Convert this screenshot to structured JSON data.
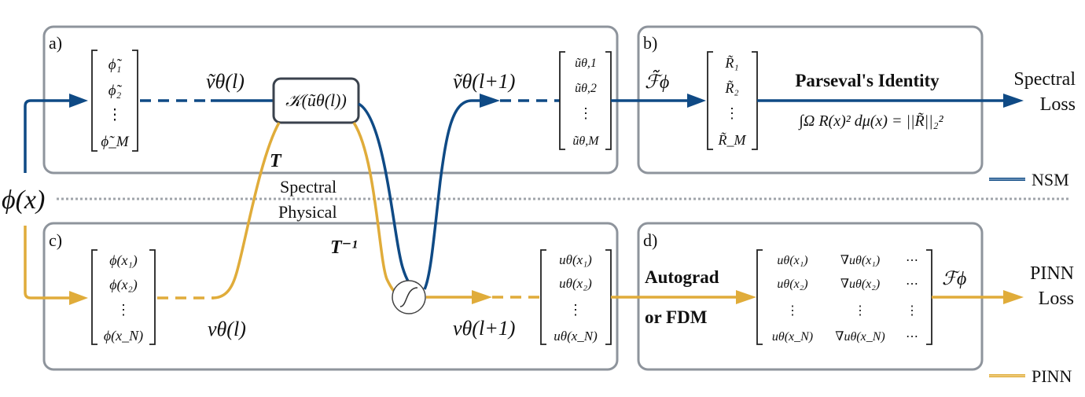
{
  "figure": {
    "input_label": "ϕ(x)",
    "divider": {
      "upper_label": "Spectral",
      "lower_label": "Physical"
    },
    "legend": [
      {
        "label": "NSM",
        "color": "#0f4a85"
      },
      {
        "label": "PINN",
        "color": "#e0ac3a"
      }
    ],
    "colors": {
      "nsm": "#0f4a85",
      "pinn": "#e0ac3a",
      "panel_border": "#8e949c",
      "divider": "#a0a4aa"
    }
  },
  "panels": {
    "a": {
      "label": "a)",
      "input_vector": [
        "ϕ̃₁",
        "ϕ̃₂",
        "⋮",
        "ϕ̃_M"
      ],
      "hidden_label": "ṽθ(l)",
      "operator_label": "𝒦(ũθ(l))",
      "next_hidden_label": "ṽθ(l+1)",
      "output_vector": [
        "ũθ,1",
        "ũθ,2",
        "⋮",
        "ũθ,M"
      ],
      "transform_label": "T"
    },
    "b": {
      "label": "b)",
      "operator_label": "ℱ̃ϕ",
      "residual_vector": [
        "R̃₁",
        "R̃₂",
        "⋮",
        "R̃_M"
      ],
      "title": "Parseval's Identity",
      "equation": "∫Ω R(x)² dμ(x) = ||R̃||₂²",
      "output_label_line1": "Spectral",
      "output_label_line2": "Loss"
    },
    "c": {
      "label": "c)",
      "input_vector": [
        "ϕ(x₁)",
        "ϕ(x₂)",
        "⋮",
        "ϕ(x_N)"
      ],
      "hidden_label": "vθ(l)",
      "inverse_transform_label": "T⁻¹",
      "next_hidden_label": "vθ(l+1)",
      "output_vector": [
        "uθ(x₁)",
        "uθ(x₂)",
        "⋮",
        "uθ(x_N)"
      ]
    },
    "d": {
      "label": "d)",
      "method_line1": "Autograd",
      "method_line2": "or FDM",
      "matrix": [
        [
          "uθ(x₁)",
          "∇uθ(x₁)",
          "⋯"
        ],
        [
          "uθ(x₂)",
          "∇uθ(x₂)",
          "⋯"
        ],
        [
          "⋮",
          "⋮",
          "⋮"
        ],
        [
          "uθ(x_N)",
          "∇uθ(x_N)",
          "⋯"
        ]
      ],
      "operator_label": "ℱϕ",
      "output_label_line1": "PINN",
      "output_label_line2": "Loss"
    }
  }
}
